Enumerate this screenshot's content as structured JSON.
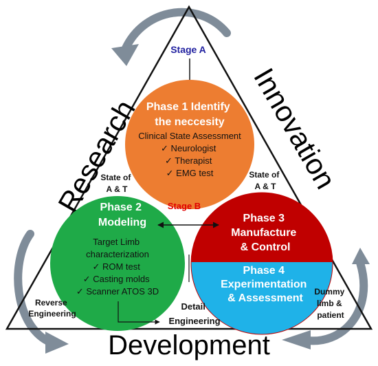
{
  "stage_a": "Stage A",
  "stage_b": "Stage B",
  "side_labels": {
    "research": "Research",
    "innovation": "Innovation",
    "development": "Development"
  },
  "state_left": [
    "State of",
    "A & T"
  ],
  "state_right": [
    "State of",
    "A & T"
  ],
  "phase1": {
    "title": [
      "Phase 1 Identify",
      "the neccesity"
    ],
    "subtitle": "Clinical State Assessment",
    "items": [
      "✓ Neurologist",
      "✓ Therapist",
      "✓ EMG test"
    ]
  },
  "phase2": {
    "title": [
      "Phase 2",
      "Modeling"
    ],
    "subtitle": [
      "Target Limb",
      "characterization"
    ],
    "items": [
      "✓ ROM test",
      "✓ Casting molds",
      "✓ Scanner ATOS 3D"
    ]
  },
  "phase3": {
    "title": [
      "Phase 3",
      "Manufacture",
      "& Control"
    ]
  },
  "phase4": {
    "title": [
      "Phase 4",
      "Experimentation",
      "& Assessment"
    ]
  },
  "corner_labels": {
    "reverse": [
      "Reverse",
      "Engineering"
    ],
    "detail": [
      "Detail",
      "Engineering"
    ],
    "dummy": [
      "Dummy",
      "limb &",
      "patient"
    ]
  },
  "colors": {
    "phase1": "#ed7d31",
    "phase2": "#1faa48",
    "phase3": "#c00000",
    "phase4": "#1fb2e8",
    "stage_a": "#1f1f9f",
    "stage_b": "#e00000",
    "arrow": "#7f8c99"
  }
}
